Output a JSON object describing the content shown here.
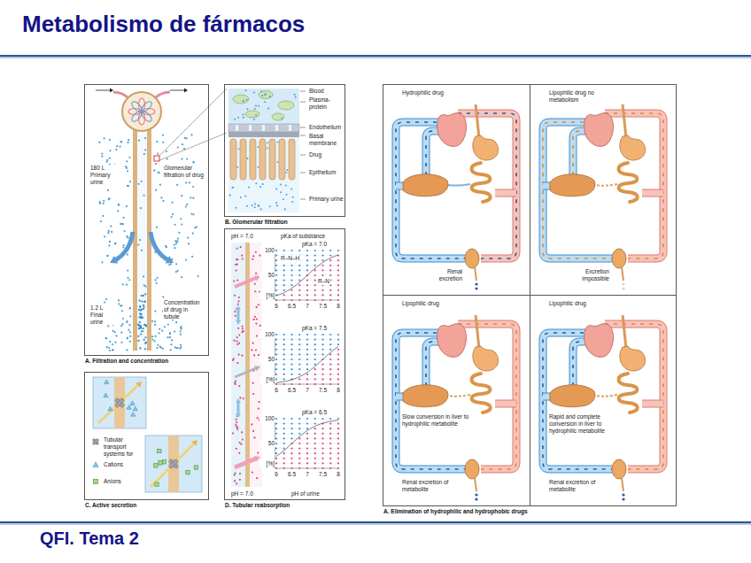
{
  "diagram": {
    "title": "Metabolismo de fármacos",
    "caption": "QFI. Tema 2",
    "nodes": [
      {
        "text": [
          "A. Filtration and concentration"
        ]
      },
      {
        "text": [
          "B. Glomerular filtration"
        ]
      },
      {
        "text": [
          "C. Active secretion"
        ]
      },
      {
        "text": [
          "D. Tubular reabsorption"
        ]
      },
      {
        "text": [
          "A. Elimination of hydrophilic and hydrophobic drugs"
        ]
      },
      {
        "text": [
          "Hydrophilic drug",
          "Renal excretion"
        ],
        "in": 4
      },
      {
        "text": [
          "Lipophilic drug no metabolism",
          "Excretion impossible"
        ],
        "in": 4
      },
      {
        "text": [
          "Lipophilic drug",
          "Slow conversion in liver to hydrophilic metabolite",
          "Renal excretion of metabolite"
        ],
        "in": 4
      },
      {
        "text": [
          "Lipophilic drug",
          "Rapid and complete conversion in liver to hydrophilic metabolite",
          "Renal excretion of metabolite"
        ],
        "in": 4
      }
    ],
    "labels": [
      "180 L Primary urine",
      "Glomerular filtration of drug",
      "1.2 L Final urine",
      "Concentration of drug in tubule",
      "Blood",
      "Plasma-protein",
      "Endothelium",
      "Basal membrane",
      "Drug",
      "Epithelium",
      "Primary urine",
      "pH = 7.0",
      "pKa of substance",
      "pKa = 7.0",
      "R–N–H",
      "R–N",
      "100",
      "50",
      "[%]",
      "6",
      "6.5",
      "7",
      "7.5",
      "8",
      "pKa = 7.5",
      "100",
      "50",
      "[%]",
      "6",
      "6.5",
      "7",
      "7.5",
      "8",
      "pKa = 6.5",
      "100",
      "50",
      "[%]",
      "6",
      "6.5",
      "7",
      "7.5",
      "8",
      "pH = 7.0",
      "pH of urine"
    ],
    "legend": [
      {
        "text": "Tubular transport systems for"
      },
      {
        "text": "Cations"
      },
      {
        "text": "Anions"
      }
    ]
  }
}
